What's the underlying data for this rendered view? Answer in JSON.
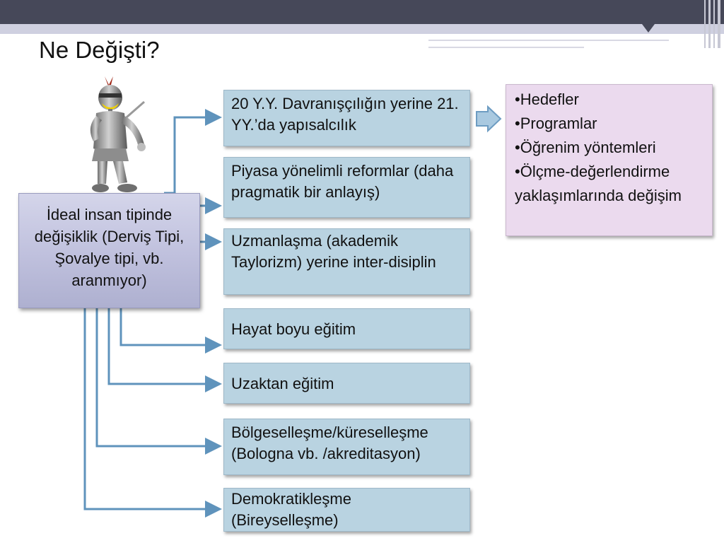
{
  "title": "Ne Değişti?",
  "main": {
    "text": "İdeal insan tipinde değişiklik (Derviş Tipi, Şovalye tipi, vb. aranmıyor)"
  },
  "changes": [
    {
      "text": "20 Y.Y. Davranışçılığın yerine 21. YY.’da yapısalcılık"
    },
    {
      "text": "Piyasa yönelimli reformlar (daha pragmatik bir anlayış)"
    },
    {
      "text": "Uzmanlaşma (akademik Taylorizm) yerine inter-disiplin"
    },
    {
      "text": "Hayat boyu eğitim"
    },
    {
      "text": "Uzaktan eğitim"
    },
    {
      "text": "Bölgeselleşme/küreselleşme (Bologna vb. /akreditasyon)"
    },
    {
      "text": "Demokratikleşme (Bireyselleşme)"
    }
  ],
  "result": {
    "items": [
      "Hedefler",
      "Programlar",
      "Öğrenim yöntemleri",
      "Ölçme-değerlendirme yaklaşımlarında değişim"
    ]
  },
  "colors": {
    "connector": "#5f93bc",
    "change_box": "#b9d3e1",
    "main_box": "#bfc0dd",
    "result_box": "#ebdaee",
    "header": "#464859"
  },
  "icons": {
    "figure": "knight-figure-icon",
    "arrow": "block-arrow-right-icon"
  }
}
